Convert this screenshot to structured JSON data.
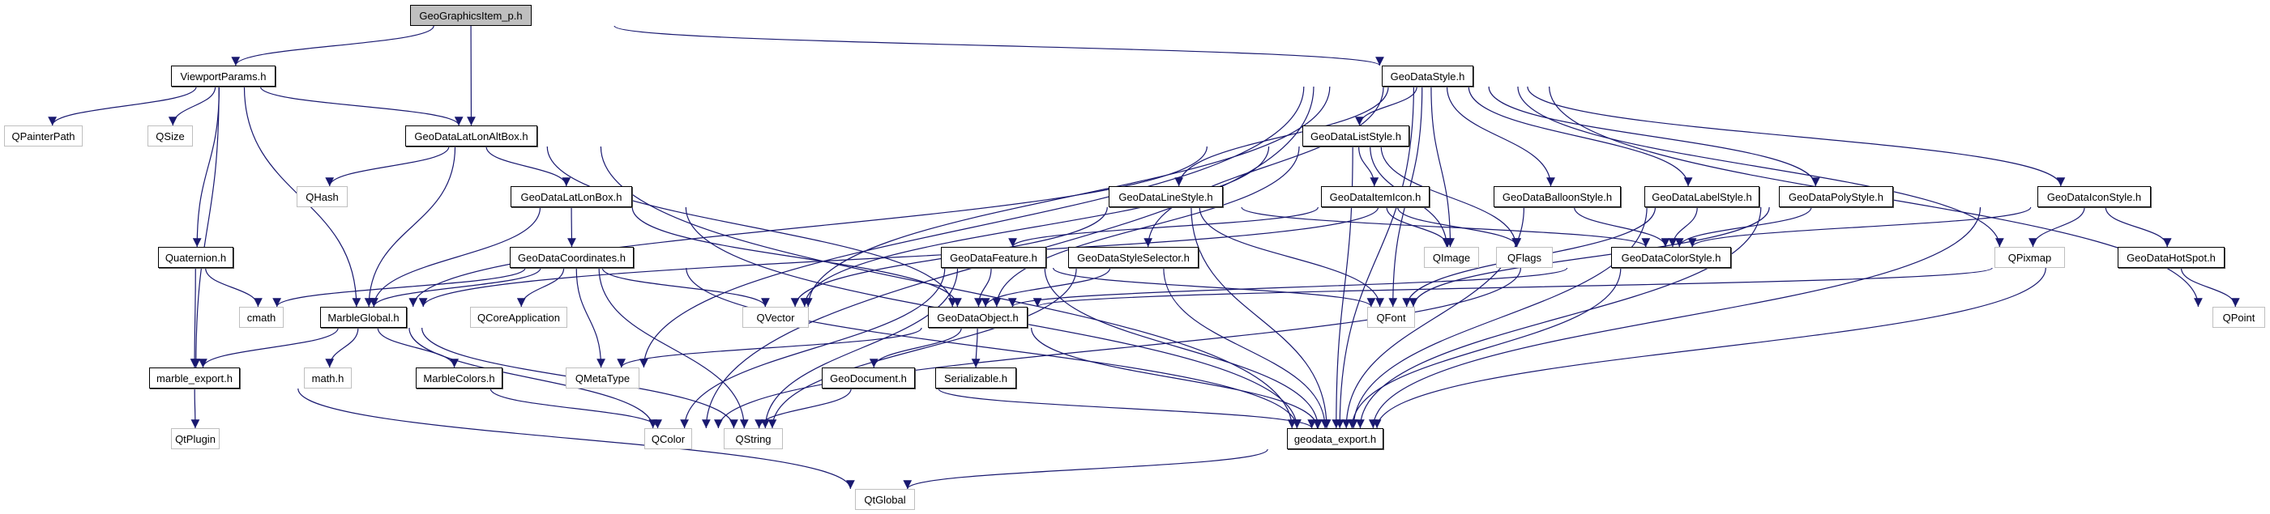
{
  "diagram": {
    "type": "include-dependency-graph",
    "edge_color": "#191970",
    "node_fill_root": "#bfbfbf",
    "node_border_internal": "#000000",
    "node_border_external": "#bfbfbf",
    "nodes": [
      {
        "id": "GeoGraphicsItem_p.h",
        "label": "GeoGraphicsItem_p.h",
        "kind": "root"
      },
      {
        "id": "ViewportParams.h",
        "label": "ViewportParams.h",
        "kind": "internal"
      },
      {
        "id": "QPainterPath",
        "label": "QPainterPath",
        "kind": "external"
      },
      {
        "id": "QSize",
        "label": "QSize",
        "kind": "external"
      },
      {
        "id": "GeoDataLatLonAltBox.h",
        "label": "GeoDataLatLonAltBox.h",
        "kind": "internal"
      },
      {
        "id": "QHash",
        "label": "QHash",
        "kind": "external"
      },
      {
        "id": "Quaternion.h",
        "label": "Quaternion.h",
        "kind": "internal"
      },
      {
        "id": "cmath",
        "label": "cmath",
        "kind": "external"
      },
      {
        "id": "MarbleGlobal.h",
        "label": "MarbleGlobal.h",
        "kind": "internal"
      },
      {
        "id": "QCoreApplication",
        "label": "QCoreApplication",
        "kind": "external"
      },
      {
        "id": "marble_export.h",
        "label": "marble_export.h",
        "kind": "internal"
      },
      {
        "id": "math.h",
        "label": "math.h",
        "kind": "external"
      },
      {
        "id": "MarbleColors.h",
        "label": "MarbleColors.h",
        "kind": "internal"
      },
      {
        "id": "QtPlugin",
        "label": "QtPlugin",
        "kind": "external"
      },
      {
        "id": "GeoDataLatLonBox.h",
        "label": "GeoDataLatLonBox.h",
        "kind": "internal"
      },
      {
        "id": "GeoDataCoordinates.h",
        "label": "GeoDataCoordinates.h",
        "kind": "internal"
      },
      {
        "id": "QVector",
        "label": "QVector",
        "kind": "external"
      },
      {
        "id": "QMetaType",
        "label": "QMetaType",
        "kind": "external"
      },
      {
        "id": "QColor",
        "label": "QColor",
        "kind": "external"
      },
      {
        "id": "QString",
        "label": "QString",
        "kind": "external"
      },
      {
        "id": "GeoDataObject.h",
        "label": "GeoDataObject.h",
        "kind": "internal"
      },
      {
        "id": "GeoDocument.h",
        "label": "GeoDocument.h",
        "kind": "internal"
      },
      {
        "id": "Serializable.h",
        "label": "Serializable.h",
        "kind": "internal"
      },
      {
        "id": "geodata_export.h",
        "label": "geodata_export.h",
        "kind": "internal"
      },
      {
        "id": "QtGlobal",
        "label": "QtGlobal",
        "kind": "external"
      },
      {
        "id": "GeoDataStyle.h",
        "label": "GeoDataStyle.h",
        "kind": "internal"
      },
      {
        "id": "GeoDataListStyle.h",
        "label": "GeoDataListStyle.h",
        "kind": "internal"
      },
      {
        "id": "GeoDataLineStyle.h",
        "label": "GeoDataLineStyle.h",
        "kind": "internal"
      },
      {
        "id": "GeoDataItemIcon.h",
        "label": "GeoDataItemIcon.h",
        "kind": "internal"
      },
      {
        "id": "GeoDataBalloonStyle.h",
        "label": "GeoDataBalloonStyle.h",
        "kind": "internal"
      },
      {
        "id": "GeoDataLabelStyle.h",
        "label": "GeoDataLabelStyle.h",
        "kind": "internal"
      },
      {
        "id": "GeoDataPolyStyle.h",
        "label": "GeoDataPolyStyle.h",
        "kind": "internal"
      },
      {
        "id": "GeoDataIconStyle.h",
        "label": "GeoDataIconStyle.h",
        "kind": "internal"
      },
      {
        "id": "GeoDataFeature.h",
        "label": "GeoDataFeature.h",
        "kind": "internal"
      },
      {
        "id": "GeoDataStyleSelector.h",
        "label": "GeoDataStyleSelector.h",
        "kind": "internal"
      },
      {
        "id": "QImage",
        "label": "QImage",
        "kind": "external"
      },
      {
        "id": "QFlags",
        "label": "QFlags",
        "kind": "external"
      },
      {
        "id": "GeoDataColorStyle.h",
        "label": "GeoDataColorStyle.h",
        "kind": "internal"
      },
      {
        "id": "QPixmap",
        "label": "QPixmap",
        "kind": "external"
      },
      {
        "id": "GeoDataHotSpot.h",
        "label": "GeoDataHotSpot.h",
        "kind": "internal"
      },
      {
        "id": "QFont",
        "label": "QFont",
        "kind": "external"
      },
      {
        "id": "QPoint",
        "label": "QPoint",
        "kind": "external"
      }
    ],
    "edges": [
      [
        "GeoGraphicsItem_p.h",
        "ViewportParams.h"
      ],
      [
        "GeoGraphicsItem_p.h",
        "GeoDataLatLonAltBox.h"
      ],
      [
        "GeoGraphicsItem_p.h",
        "GeoDataStyle.h"
      ],
      [
        "ViewportParams.h",
        "QPainterPath"
      ],
      [
        "ViewportParams.h",
        "QSize"
      ],
      [
        "ViewportParams.h",
        "GeoDataLatLonAltBox.h"
      ],
      [
        "ViewportParams.h",
        "Quaternion.h"
      ],
      [
        "ViewportParams.h",
        "MarbleGlobal.h"
      ],
      [
        "ViewportParams.h",
        "marble_export.h"
      ],
      [
        "GeoDataLatLonAltBox.h",
        "QHash"
      ],
      [
        "GeoDataLatLonAltBox.h",
        "MarbleGlobal.h"
      ],
      [
        "GeoDataLatLonAltBox.h",
        "GeoDataLatLonBox.h"
      ],
      [
        "GeoDataLatLonAltBox.h",
        "GeoDataObject.h"
      ],
      [
        "GeoDataLatLonAltBox.h",
        "geodata_export.h"
      ],
      [
        "GeoDataLatLonBox.h",
        "GeoDataCoordinates.h"
      ],
      [
        "GeoDataLatLonBox.h",
        "MarbleGlobal.h"
      ],
      [
        "GeoDataLatLonBox.h",
        "GeoDataObject.h"
      ],
      [
        "GeoDataLatLonBox.h",
        "geodata_export.h"
      ],
      [
        "GeoDataCoordinates.h",
        "cmath"
      ],
      [
        "GeoDataCoordinates.h",
        "MarbleGlobal.h"
      ],
      [
        "GeoDataCoordinates.h",
        "QCoreApplication"
      ],
      [
        "GeoDataCoordinates.h",
        "QMetaType"
      ],
      [
        "GeoDataCoordinates.h",
        "QVector"
      ],
      [
        "GeoDataCoordinates.h",
        "QString"
      ],
      [
        "GeoDataCoordinates.h",
        "geodata_export.h"
      ],
      [
        "Quaternion.h",
        "cmath"
      ],
      [
        "Quaternion.h",
        "marble_export.h"
      ],
      [
        "MarbleGlobal.h",
        "marble_export.h"
      ],
      [
        "MarbleGlobal.h",
        "math.h"
      ],
      [
        "MarbleGlobal.h",
        "MarbleColors.h"
      ],
      [
        "MarbleGlobal.h",
        "QColor"
      ],
      [
        "MarbleGlobal.h",
        "QString"
      ],
      [
        "marble_export.h",
        "QtPlugin"
      ],
      [
        "marble_export.h",
        "QtGlobal"
      ],
      [
        "MarbleColors.h",
        "QColor"
      ],
      [
        "GeoDataObject.h",
        "QMetaType"
      ],
      [
        "GeoDataObject.h",
        "GeoDocument.h"
      ],
      [
        "GeoDataObject.h",
        "Serializable.h"
      ],
      [
        "GeoDataObject.h",
        "geodata_export.h"
      ],
      [
        "GeoDocument.h",
        "QString"
      ],
      [
        "GeoDocument.h",
        "geodata_export.h"
      ],
      [
        "geodata_export.h",
        "QtGlobal"
      ],
      [
        "GeoDataStyle.h",
        "GeoDataListStyle.h"
      ],
      [
        "GeoDataStyle.h",
        "GeoDataLineStyle.h"
      ],
      [
        "GeoDataStyle.h",
        "GeoDataBalloonStyle.h"
      ],
      [
        "GeoDataStyle.h",
        "GeoDataLabelStyle.h"
      ],
      [
        "GeoDataStyle.h",
        "GeoDataPolyStyle.h"
      ],
      [
        "GeoDataStyle.h",
        "GeoDataIconStyle.h"
      ],
      [
        "GeoDataStyle.h",
        "GeoDataStyleSelector.h"
      ],
      [
        "GeoDataStyle.h",
        "QMetaType"
      ],
      [
        "GeoDataStyle.h",
        "QColor"
      ],
      [
        "GeoDataStyle.h",
        "QFont"
      ],
      [
        "GeoDataStyle.h",
        "QImage"
      ],
      [
        "GeoDataStyle.h",
        "QPixmap"
      ],
      [
        "GeoDataStyle.h",
        "QPoint"
      ],
      [
        "GeoDataStyle.h",
        "QVector"
      ],
      [
        "GeoDataStyle.h",
        "geodata_export.h"
      ],
      [
        "GeoDataListStyle.h",
        "GeoDataItemIcon.h"
      ],
      [
        "GeoDataListStyle.h",
        "QFlags"
      ],
      [
        "GeoDataListStyle.h",
        "QVector"
      ],
      [
        "GeoDataListStyle.h",
        "QImage"
      ],
      [
        "GeoDataListStyle.h",
        "MarbleGlobal.h"
      ],
      [
        "GeoDataListStyle.h",
        "GeoDataObject.h"
      ],
      [
        "GeoDataListStyle.h",
        "geodata_export.h"
      ],
      [
        "GeoDataItemIcon.h",
        "QImage"
      ],
      [
        "GeoDataItemIcon.h",
        "QFlags"
      ],
      [
        "GeoDataItemIcon.h",
        "GeoDataFeature.h"
      ],
      [
        "GeoDataLineStyle.h",
        "GeoDataColorStyle.h"
      ],
      [
        "GeoDataLineStyle.h",
        "QVector"
      ],
      [
        "GeoDataLineStyle.h",
        "QFont"
      ],
      [
        "GeoDataLineStyle.h",
        "geodata_export.h"
      ],
      [
        "GeoDataBalloonStyle.h",
        "GeoDataColorStyle.h"
      ],
      [
        "GeoDataBalloonStyle.h",
        "MarbleGlobal.h"
      ],
      [
        "GeoDataBalloonStyle.h",
        "geodata_export.h"
      ],
      [
        "GeoDataLabelStyle.h",
        "GeoDataColorStyle.h"
      ],
      [
        "GeoDataLabelStyle.h",
        "QFont"
      ],
      [
        "GeoDataLabelStyle.h",
        "geodata_export.h"
      ],
      [
        "GeoDataPolyStyle.h",
        "GeoDataColorStyle.h"
      ],
      [
        "GeoDataPolyStyle.h",
        "QFont"
      ],
      [
        "GeoDataPolyStyle.h",
        "geodata_export.h"
      ],
      [
        "GeoDataIconStyle.h",
        "GeoDataColorStyle.h"
      ],
      [
        "GeoDataIconStyle.h",
        "QPixmap"
      ],
      [
        "GeoDataIconStyle.h",
        "GeoDataHotSpot.h"
      ],
      [
        "GeoDataIconStyle.h",
        "geodata_export.h"
      ],
      [
        "GeoDataHotSpot.h",
        "QPoint"
      ],
      [
        "GeoDataHotSpot.h",
        "GeoDataObject.h"
      ],
      [
        "GeoDataHotSpot.h",
        "geodata_export.h"
      ],
      [
        "GeoDataColorStyle.h",
        "GeoDataObject.h"
      ],
      [
        "GeoDataColorStyle.h",
        "QColor"
      ],
      [
        "GeoDataColorStyle.h",
        "geodata_export.h"
      ],
      [
        "GeoDataFeature.h",
        "GeoDataObject.h"
      ],
      [
        "GeoDataFeature.h",
        "QColor"
      ],
      [
        "GeoDataFeature.h",
        "QString"
      ],
      [
        "GeoDataFeature.h",
        "QFont"
      ],
      [
        "GeoDataFeature.h",
        "geodata_export.h"
      ],
      [
        "GeoDataStyleSelector.h",
        "GeoDataObject.h"
      ],
      [
        "GeoDataStyleSelector.h",
        "QString"
      ],
      [
        "GeoDataStyleSelector.h",
        "geodata_export.h"
      ]
    ]
  }
}
